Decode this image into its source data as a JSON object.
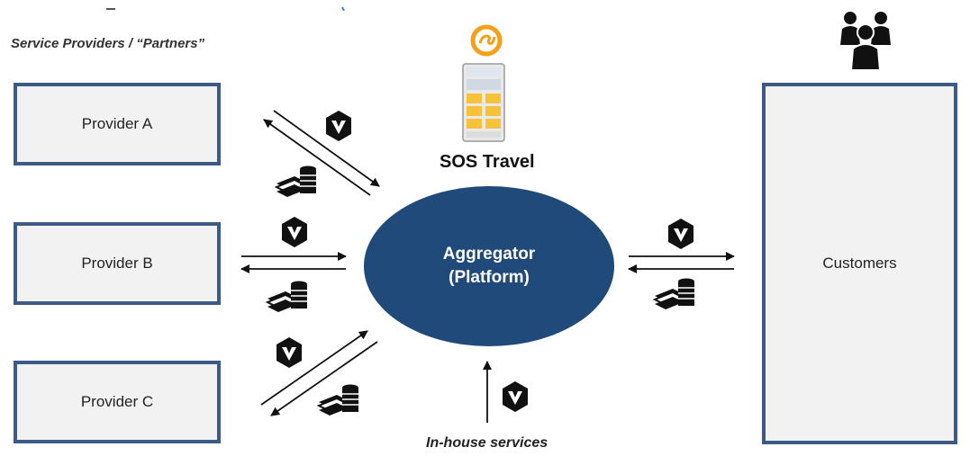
{
  "diagram": {
    "title": "Service Providers / “Partners”",
    "providers": [
      {
        "label": "Provider A"
      },
      {
        "label": "Provider B"
      },
      {
        "label": "Provider C"
      }
    ],
    "aggregator": {
      "line1": "Aggregator",
      "line2": "(Platform)"
    },
    "app_label": "SOS Travel",
    "customers_label": "Customers",
    "inhouse_label": "In-house services",
    "icons": {
      "brand": "sos-logo-icon",
      "app": "mobile-app-screenshot-icon",
      "service": "service-tag-icon",
      "payment": "money-stack-icon",
      "customers": "people-group-icon"
    },
    "colors": {
      "box_border": "#3b5a86",
      "box_fill": "#f2f2f2",
      "aggregator_fill": "#1f4a7a",
      "logo_orange": "#f5a01a"
    }
  }
}
